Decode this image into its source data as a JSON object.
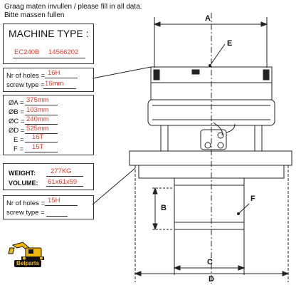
{
  "header": {
    "line1": "Graag maten invullen / please fill in all data.",
    "line2": "Bitte massen fullen"
  },
  "machine": {
    "title": "MACHINE TYPE :",
    "model": "EC240B",
    "part_no": "14566202"
  },
  "top_holes": {
    "holes_label": "Nr of holes =",
    "holes_value": "16H",
    "screw_label": "screw type =",
    "screw_value": "16mm"
  },
  "dimensions": {
    "a_label": "ØA =",
    "a_value": "375mm",
    "b_label": "ØB =",
    "b_value": "103mm",
    "c_label": "ØC =",
    "c_value": "240mm",
    "d_label": "ØD =",
    "d_value": "525mm",
    "e_label": "E =",
    "e_value": "16T",
    "f_label": "F =",
    "f_value": "15T"
  },
  "specs": {
    "weight_label": "WEIGHT:",
    "weight_value": "277KG",
    "volume_label": "VOLUME:",
    "volume_value": "61x61x59"
  },
  "bottom_holes": {
    "holes_label": "Nr of holes =",
    "holes_value": "15H",
    "screw_label": "screw type ="
  },
  "drawing": {
    "dim_a": "A",
    "dim_b": "B",
    "dim_c": "C",
    "dim_d": "D",
    "dim_e": "E",
    "dim_f": "F"
  },
  "logo": {
    "text": "Belparts",
    "color": "#f2b705"
  }
}
